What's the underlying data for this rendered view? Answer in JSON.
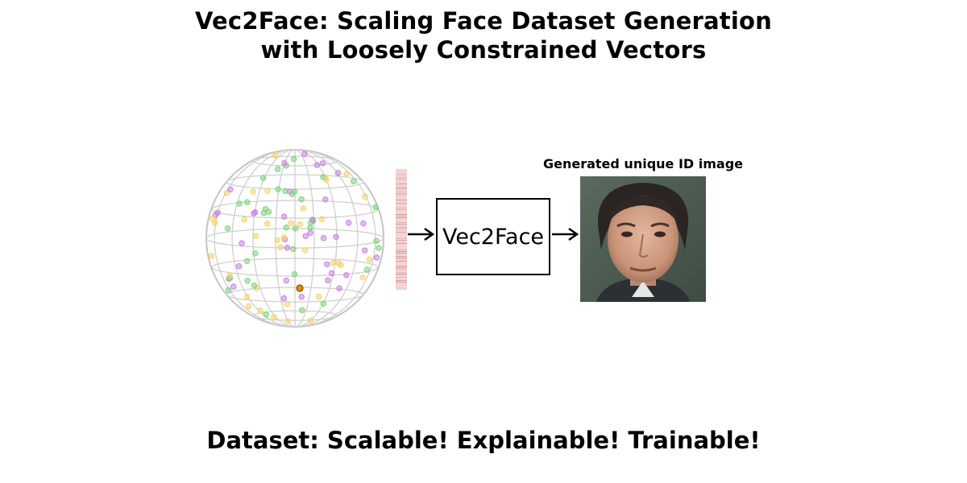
{
  "title": {
    "line1": "Vec2Face: Scaling Face Dataset Generation",
    "line2": "with Loosely Constrained Vectors"
  },
  "diagram": {
    "model_label": "Vec2Face",
    "output_caption": "Generated unique ID image",
    "sphere_point_colors": [
      "#7fd37f",
      "#f5d36a",
      "#c784e0"
    ],
    "highlight_point_color": "#e08a10",
    "vector_color": "#d98a8a"
  },
  "footer": "Dataset: Scalable! Explainable! Trainable!"
}
